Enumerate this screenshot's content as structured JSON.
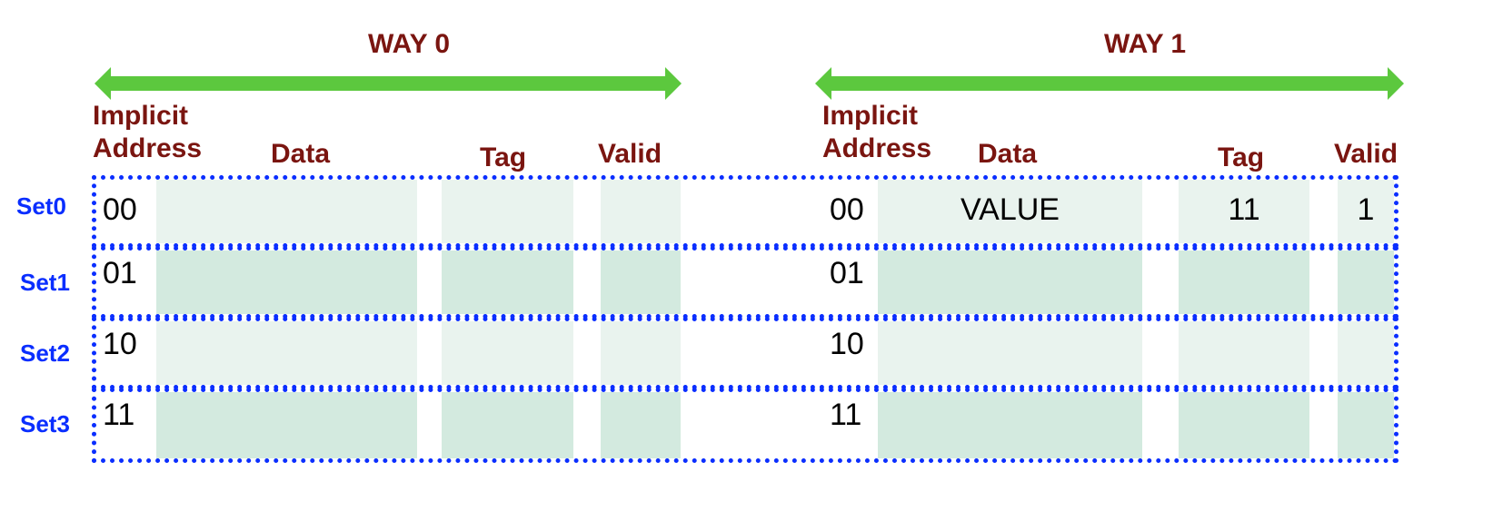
{
  "ways": [
    {
      "title": "WAY 0",
      "headers": {
        "address": "Implicit Address",
        "address_line1": "Implicit",
        "address_line2": "Address",
        "data": "Data",
        "tag": "Tag",
        "valid": "Valid"
      },
      "rows": [
        {
          "address": "00",
          "data": "",
          "tag": "",
          "valid": ""
        },
        {
          "address": "01",
          "data": "",
          "tag": "",
          "valid": ""
        },
        {
          "address": "10",
          "data": "",
          "tag": "",
          "valid": ""
        },
        {
          "address": "11",
          "data": "",
          "tag": "",
          "valid": ""
        }
      ]
    },
    {
      "title": "WAY 1",
      "headers": {
        "address": "Implicit Address",
        "address_line1": "Implicit",
        "address_line2": "Address",
        "data": "Data",
        "tag": "Tag",
        "valid": "Valid"
      },
      "rows": [
        {
          "address": "00",
          "data": "VALUE",
          "tag": "11",
          "valid": "1"
        },
        {
          "address": "01",
          "data": "",
          "tag": "",
          "valid": ""
        },
        {
          "address": "10",
          "data": "",
          "tag": "",
          "valid": ""
        },
        {
          "address": "11",
          "data": "",
          "tag": "",
          "valid": ""
        }
      ]
    }
  ],
  "sets": [
    "Set0",
    "Set1",
    "Set2",
    "Set3"
  ],
  "colors": {
    "arrow": "#5cc83e",
    "header": "#7a1510",
    "set": "#0a2eff",
    "row_light": "#e9f3ee",
    "row_dark": "#d3eadf"
  }
}
